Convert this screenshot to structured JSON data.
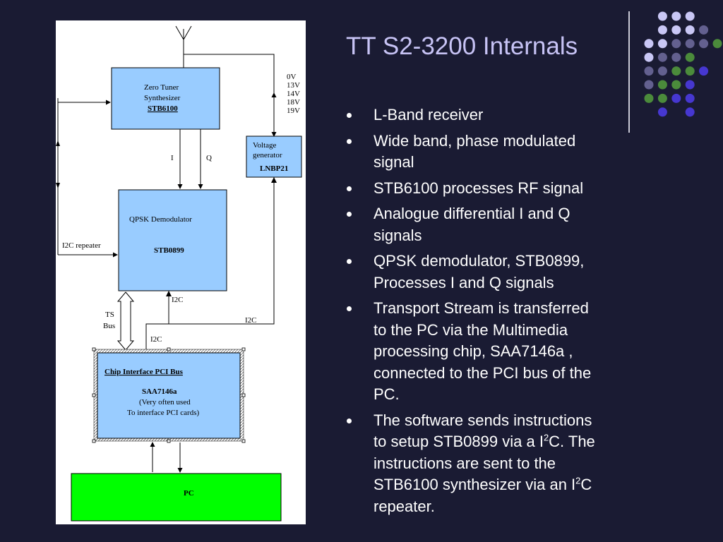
{
  "title": "TT S2-3200 Internals",
  "bullets": [
    {
      "lines": [
        "L-Band receiver"
      ]
    },
    {
      "lines": [
        "Wide band, phase modulated",
        "signal"
      ]
    },
    {
      "lines": [
        "STB6100 processes RF signal"
      ]
    },
    {
      "lines": [
        "Analogue differential I and Q",
        "signals"
      ]
    },
    {
      "lines": [
        "QPSK demodulator, STB0899,",
        "Processes I and Q signals"
      ]
    },
    {
      "lines": [
        "Transport Stream is transferred",
        "to the PC via the Multimedia",
        "processing chip, SAA7146a ,",
        "connected to the PCI bus of the",
        "PC."
      ]
    },
    {
      "lines": [
        "The software sends instructions",
        "to setup STB0899 via a I{2}C. The",
        "instructions are sent to the",
        "STB6100 synthesizer via an I{2}C",
        "repeater."
      ]
    }
  ],
  "diagram": {
    "tuner": {
      "line1": "Zero Tuner",
      "line2": "Synthesizer",
      "line3": "STB6100"
    },
    "voltages": [
      "0V",
      "13V",
      "14V",
      "18V",
      "19V"
    ],
    "voltage_gen": {
      "line1": "Voltage",
      "line2": "generator",
      "line3": "LNBP21"
    },
    "i_label": "I",
    "q_label": "Q",
    "demod": {
      "line1": "QPSK Demodulator",
      "line2": "STB0899"
    },
    "i2c_repeater": "I2C repeater",
    "i2c_a": "I2C",
    "i2c_b": "I2C",
    "i2c_c": "I2C",
    "ts_bus": {
      "line1": "TS",
      "line2": "Bus"
    },
    "pci": {
      "line1": "Chip Interface PCI Bus",
      "line2": "SAA7146a",
      "line3": "(Very often used",
      "line4": "To interface PCI cards)"
    },
    "pc": "PC"
  },
  "colors": {
    "background": "#1a1b33",
    "title": "#c7c3f5",
    "box_fill": "#99ccff",
    "pc_fill": "#00ff00",
    "dot_lavender": "#c9c7f5",
    "dot_slate": "#63608f",
    "dot_green": "#4b8b3b",
    "dot_blue": "#4637d0"
  }
}
